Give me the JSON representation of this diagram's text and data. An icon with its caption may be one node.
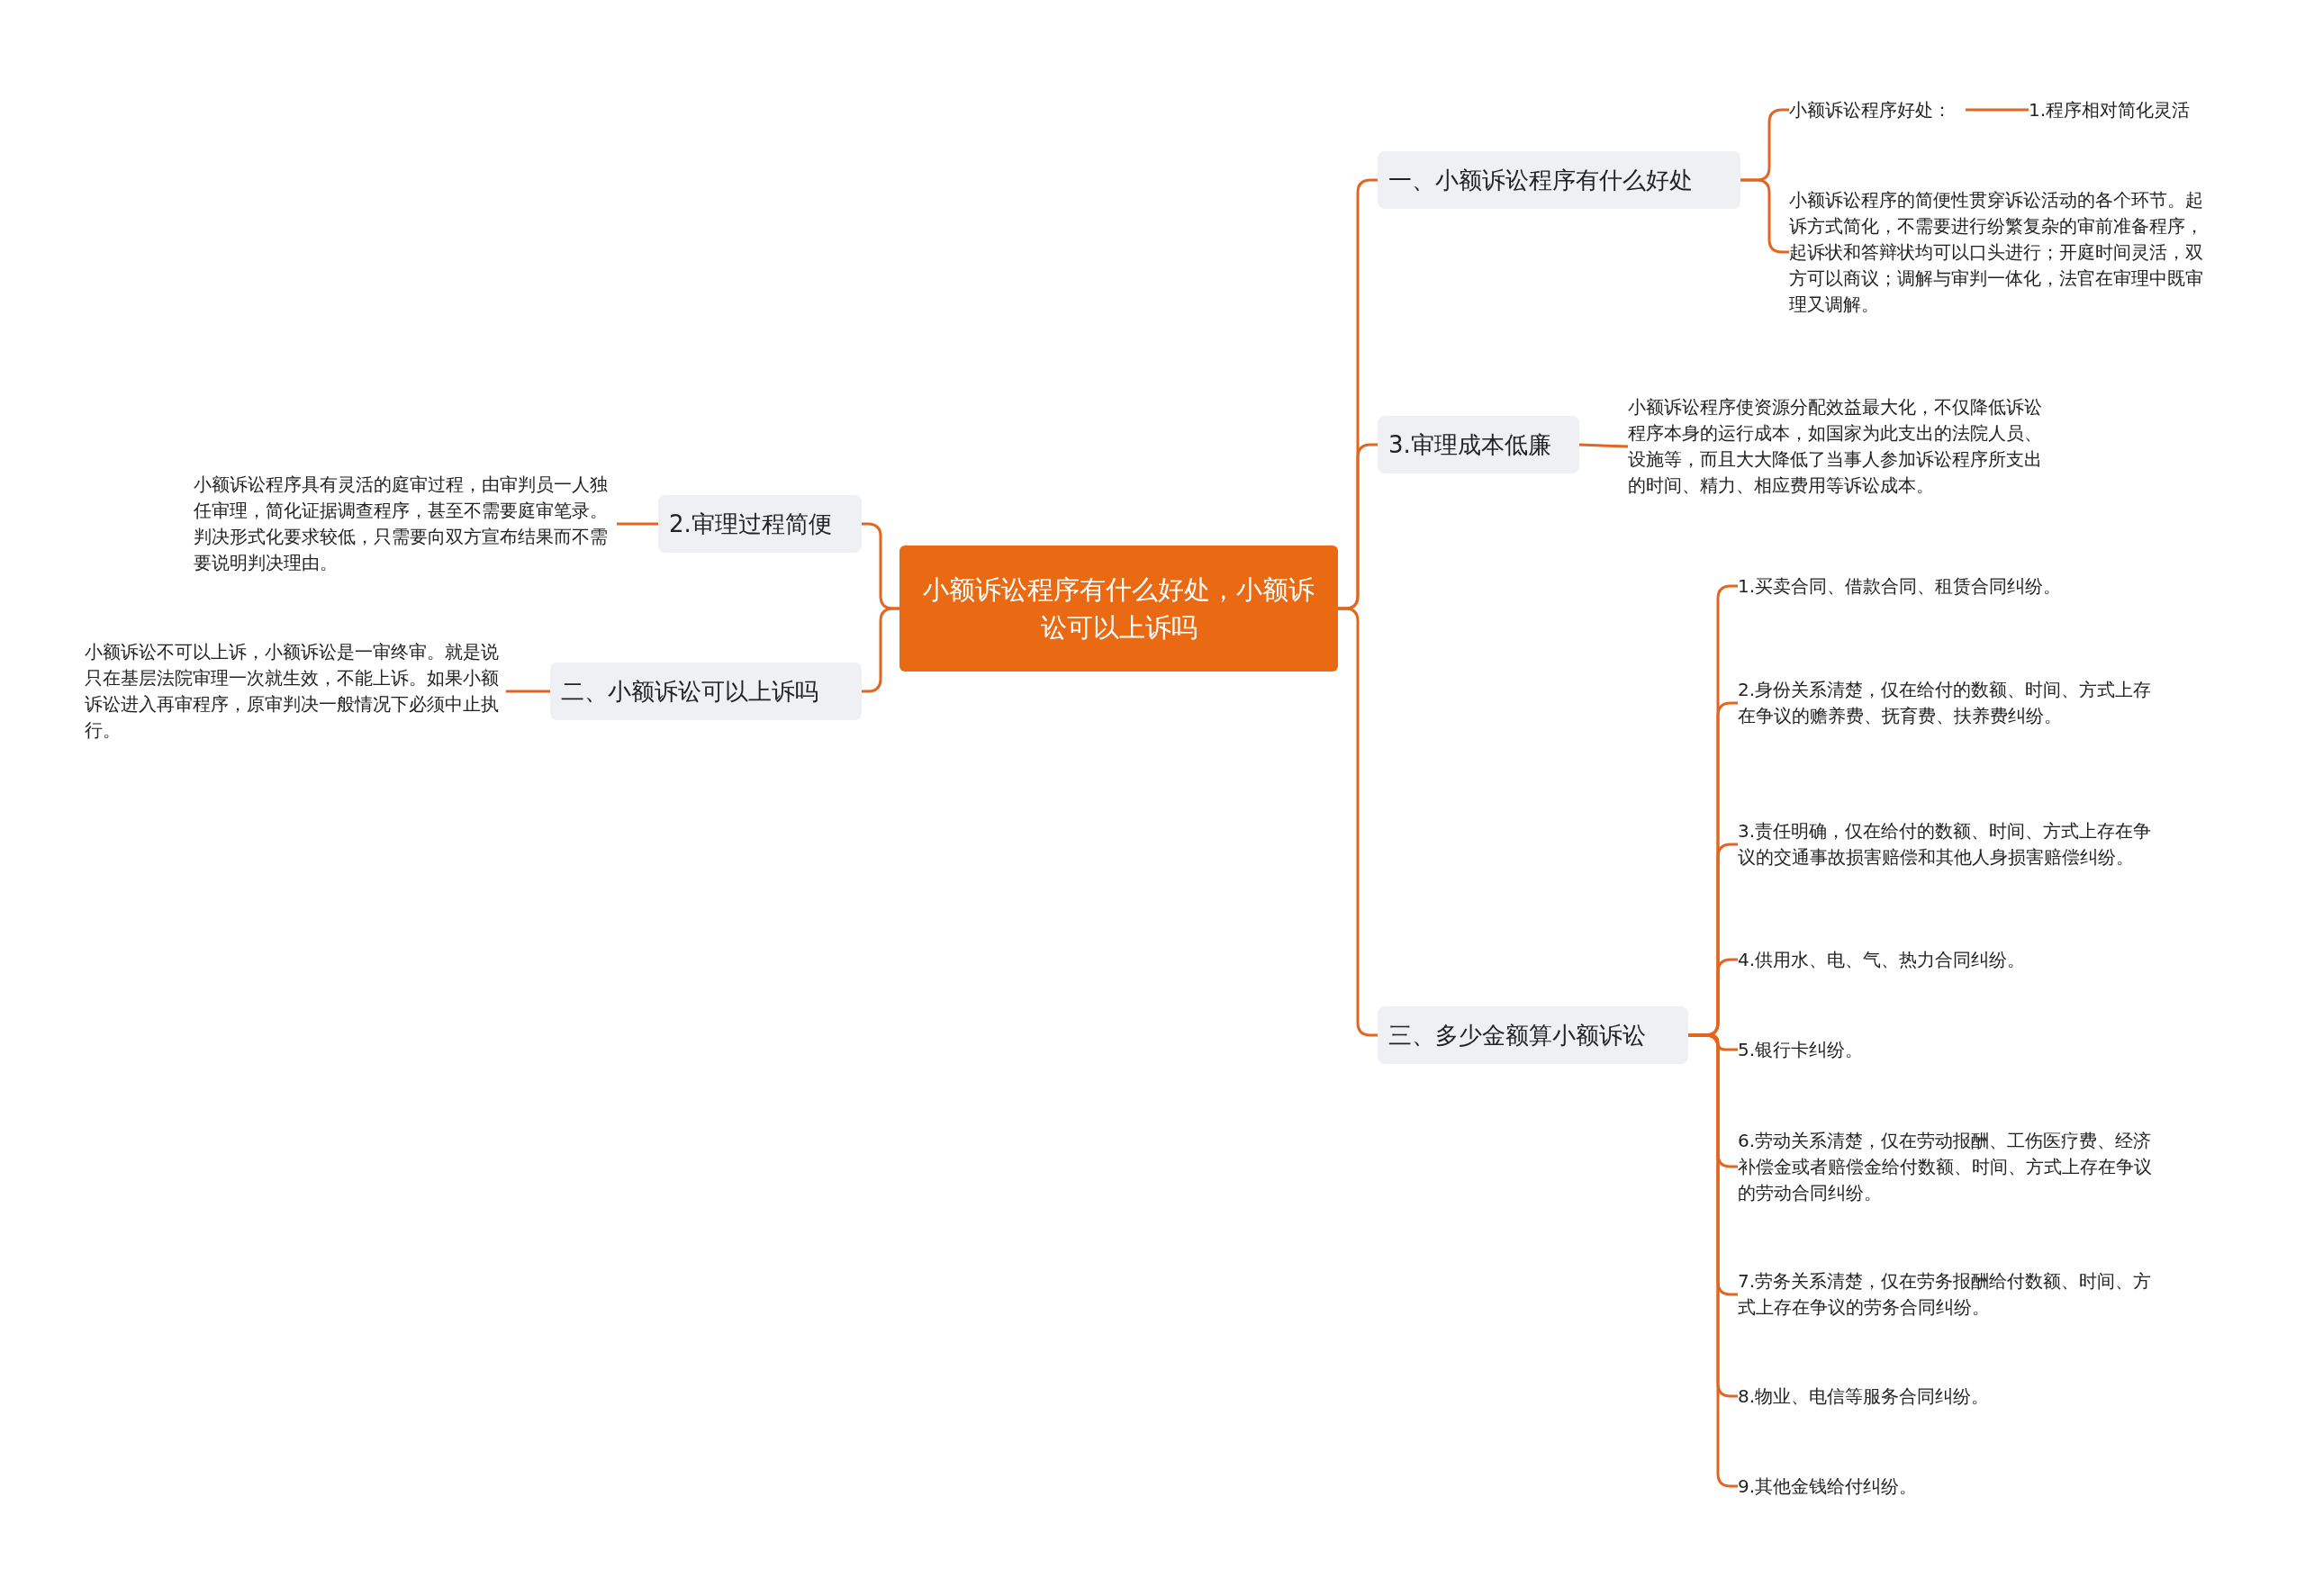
{
  "diagram": {
    "nodes": [
      {
        "text": [
          "小额诉讼程序有什么好处，小额诉讼可以上诉吗"
        ]
      },
      {
        "text": [
          "一、小额诉讼程序有什么好处"
        ]
      },
      {
        "text": [
          "小额诉讼程序好处："
        ]
      },
      {
        "text": [
          "1.程序相对简化灵活"
        ]
      },
      {
        "text": [
          "小额诉讼程序的简便性贯穿诉讼活动的各个环节。起诉方式简化，不需要进行纷繁复杂的审前准备程序，起诉状和答辩状均可以口头进行；开庭时间灵活，双方可以商议；调解与审判一体化，法官在审理中既审理又调解。"
        ]
      },
      {
        "text": [
          "3.审理成本低廉"
        ]
      },
      {
        "text": [
          "小额诉讼程序使资源分配效益最大化，不仅降低诉讼程序本身的运行成本，如国家为此支出的法院人员、设施等，而且大大降低了当事人参加诉讼程序所支出的时间、精力、相应费用等诉讼成本。"
        ]
      },
      {
        "text": [
          "三、多少金额算小额诉讼"
        ]
      },
      {
        "text": [
          "1.买卖合同、借款合同、租赁合同纠纷。"
        ]
      },
      {
        "text": [
          "2.身份关系清楚，仅在给付的数额、时间、方式上存在争议的赡养费、抚育费、扶养费纠纷。"
        ]
      },
      {
        "text": [
          "3.责任明确，仅在给付的数额、时间、方式上存在争议的交通事故损害赔偿和其他人身损害赔偿纠纷。"
        ]
      },
      {
        "text": [
          "4.供用水、电、气、热力合同纠纷。"
        ]
      },
      {
        "text": [
          "5.银行卡纠纷。"
        ]
      },
      {
        "text": [
          "6.劳动关系清楚，仅在劳动报酬、工伤医疗费、经济补偿金或者赔偿金给付数额、时间、方式上存在争议的劳动合同纠纷。"
        ]
      },
      {
        "text": [
          "7.劳务关系清楚，仅在劳务报酬给付数额、时间、方式上存在争议的劳务合同纠纷。"
        ]
      },
      {
        "text": [
          "8.物业、电信等服务合同纠纷。"
        ]
      },
      {
        "text": [
          "9.其他金钱给付纠纷。"
        ]
      },
      {
        "text": [
          "2.审理过程简便"
        ]
      },
      {
        "text": [
          "小额诉讼程序具有灵活的庭审过程，由审判员一人独任审理，简化证据调查程序，甚至不需要庭审笔录。判决形式化要求较低，只需要向双方宣布结果而不需要说明判决理由。"
        ]
      },
      {
        "text": [
          "二、小额诉讼可以上诉吗"
        ]
      },
      {
        "text": [
          "小额诉讼不可以上诉，小额诉讼是一审终审。就是说只在基层法院审理一次就生效，不能上诉。如果小额诉讼进入再审程序，原审判决一般情况下必须中止执行。"
        ]
      }
    ],
    "edges": [
      {
        "from": 0,
        "to": 1,
        "arrow": "none"
      },
      {
        "from": 1,
        "to": 2,
        "arrow": "none"
      },
      {
        "from": 2,
        "to": 3,
        "arrow": "none"
      },
      {
        "from": 1,
        "to": 4,
        "arrow": "none"
      },
      {
        "from": 0,
        "to": 5,
        "arrow": "none"
      },
      {
        "from": 5,
        "to": 6,
        "arrow": "none"
      },
      {
        "from": 0,
        "to": 7,
        "arrow": "none"
      },
      {
        "from": 7,
        "to": 8,
        "arrow": "none"
      },
      {
        "from": 7,
        "to": 9,
        "arrow": "none"
      },
      {
        "from": 7,
        "to": 10,
        "arrow": "none"
      },
      {
        "from": 7,
        "to": 11,
        "arrow": "none"
      },
      {
        "from": 7,
        "to": 12,
        "arrow": "none"
      },
      {
        "from": 7,
        "to": 13,
        "arrow": "none"
      },
      {
        "from": 7,
        "to": 14,
        "arrow": "none"
      },
      {
        "from": 7,
        "to": 15,
        "arrow": "none"
      },
      {
        "from": 7,
        "to": 16,
        "arrow": "none"
      },
      {
        "from": 0,
        "to": 17,
        "arrow": "none"
      },
      {
        "from": 17,
        "to": 18,
        "arrow": "none"
      },
      {
        "from": 0,
        "to": 19,
        "arrow": "none"
      },
      {
        "from": 19,
        "to": 20,
        "arrow": "none"
      }
    ]
  }
}
